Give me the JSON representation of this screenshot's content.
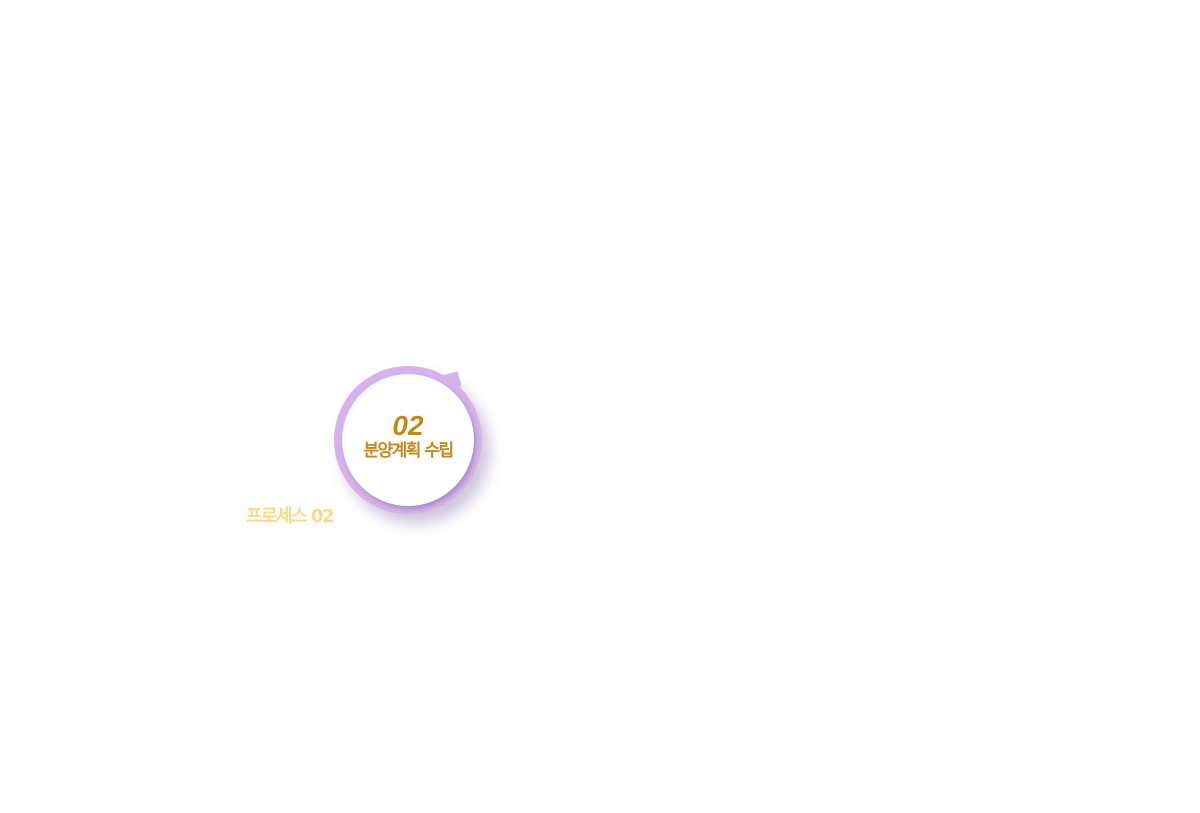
{
  "step": {
    "number": "02",
    "title": "분양계획 수립"
  },
  "process_label": "프로세스 02",
  "colors": {
    "ring": "#d3b3ea",
    "text": "#c28a1c",
    "process_label": "#fbd88a"
  }
}
